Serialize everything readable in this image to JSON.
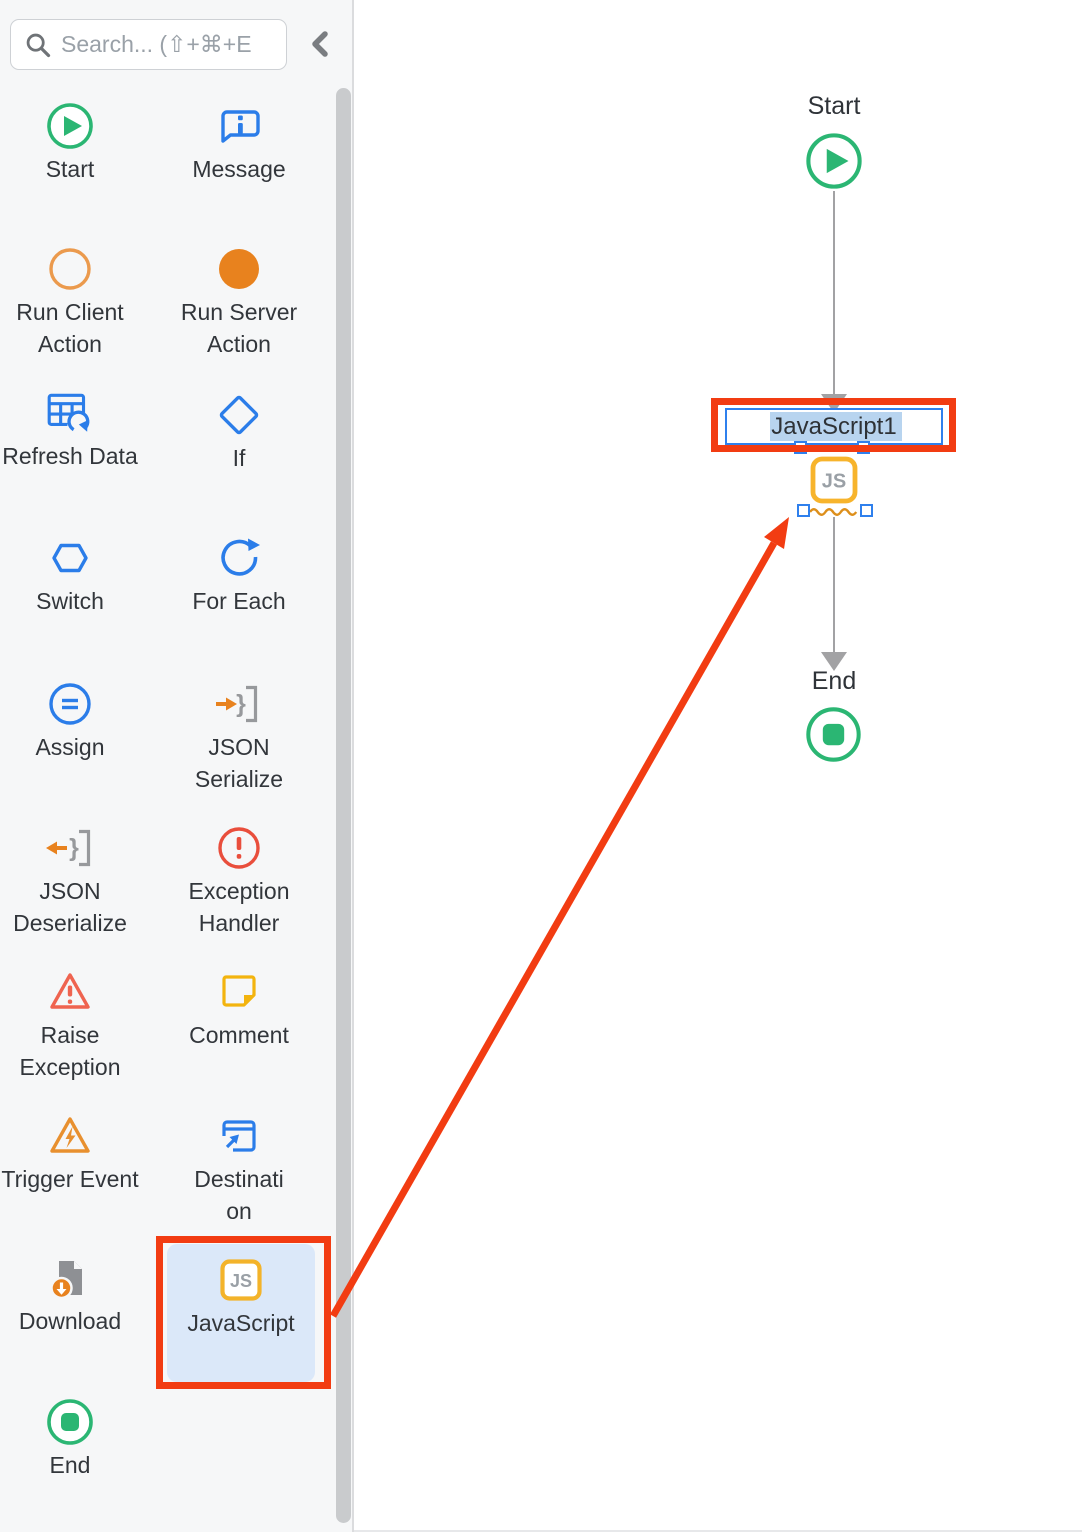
{
  "sidebar": {
    "search": {
      "placeholder": "Search... (⇧+⌘+E",
      "icon": "search-icon"
    },
    "collapse_icon": "chevron-left-icon",
    "items": [
      {
        "label": "Start",
        "icon": "start-icon"
      },
      {
        "label": "Message",
        "icon": "message-icon"
      },
      {
        "label": "Run Client Action",
        "icon": "run-client-action-icon"
      },
      {
        "label": "Run Server Action",
        "icon": "run-server-action-icon"
      },
      {
        "label": "Refresh Data",
        "icon": "refresh-data-icon"
      },
      {
        "label": "If",
        "icon": "if-icon"
      },
      {
        "label": "Switch",
        "icon": "switch-icon"
      },
      {
        "label": "For Each",
        "icon": "for-each-icon"
      },
      {
        "label": "Assign",
        "icon": "assign-icon"
      },
      {
        "label": "JSON Serialize",
        "icon": "json-serialize-icon",
        "glyph": "}"
      },
      {
        "label": "JSON Deserialize",
        "icon": "json-deserialize-icon",
        "glyph": "}"
      },
      {
        "label": "Exception Handler",
        "icon": "exception-handler-icon"
      },
      {
        "label": "Raise Exception",
        "icon": "raise-exception-icon"
      },
      {
        "label": "Comment",
        "icon": "comment-icon"
      },
      {
        "label": "Trigger Event",
        "icon": "trigger-event-icon"
      },
      {
        "label": "Destination",
        "icon": "destination-icon"
      },
      {
        "label": "Download",
        "icon": "download-icon"
      },
      {
        "label": "JavaScript",
        "icon": "javascript-icon",
        "badge": "JS",
        "selected": true
      },
      {
        "label": "End",
        "icon": "end-icon"
      }
    ]
  },
  "canvas": {
    "start_node": {
      "label": "Start",
      "icon": "start-icon"
    },
    "js_node": {
      "name": "JavaScript1",
      "badge": "JS",
      "icon": "javascript-icon",
      "selected": true,
      "renaming": true
    },
    "end_node": {
      "label": "End",
      "icon": "end-icon"
    }
  },
  "colors": {
    "green": "#2bb673",
    "blue": "#2b7de9",
    "orange": "#e8821e",
    "red": "#e94e3c",
    "comment_yellow": "#f3b40e",
    "js_yellow": "#f3b32a",
    "annotation_red": "#f23c12",
    "selection_blue": "#2f80ed",
    "text_selection": "#b8d4ef",
    "toolbox_selected_bg": "#dbe8f9"
  }
}
